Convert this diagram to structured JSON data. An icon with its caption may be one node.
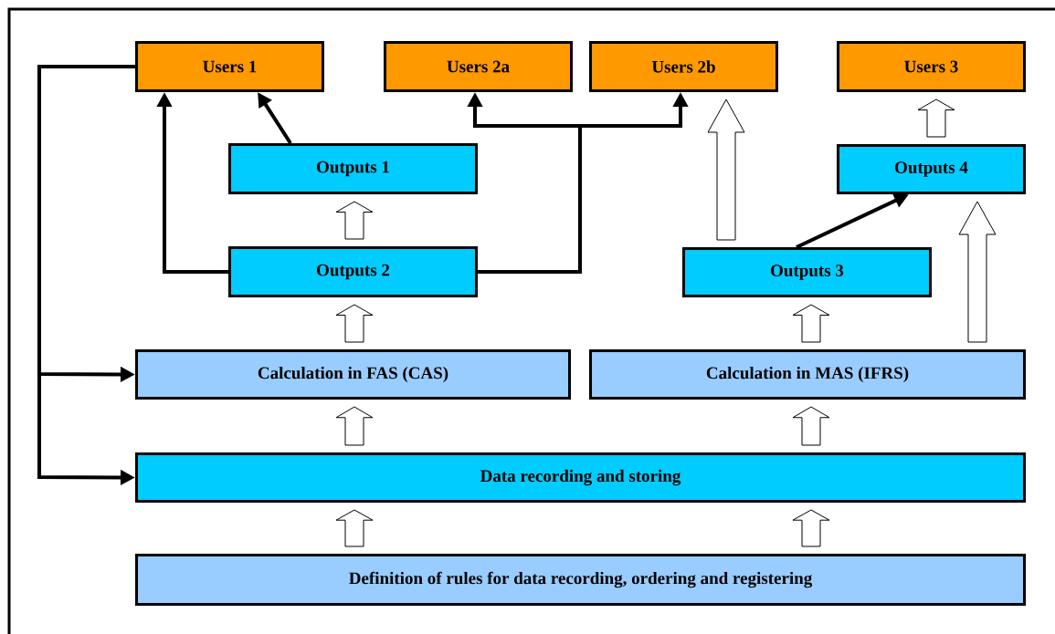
{
  "diagram": {
    "nodes": [
      {
        "text": [
          "Users 1"
        ]
      },
      {
        "text": [
          "Users 2a"
        ]
      },
      {
        "text": [
          "Users 2b"
        ]
      },
      {
        "text": [
          "Users 3"
        ]
      },
      {
        "text": [
          "Outputs 1"
        ]
      },
      {
        "text": [
          "Outputs 4"
        ]
      },
      {
        "text": [
          "Outputs 2"
        ]
      },
      {
        "text": [
          "Outputs 3"
        ]
      },
      {
        "text": [
          "Calculation in FAS (CAS)"
        ]
      },
      {
        "text": [
          "Calculation in MAS (IFRS)"
        ]
      },
      {
        "text": [
          "Data recording and storing"
        ]
      },
      {
        "text": [
          "Definition of rules for data recording, ordering and registering"
        ]
      }
    ],
    "edges": [
      {
        "from": 4,
        "to": 0,
        "arrow": "to"
      },
      {
        "from": 6,
        "to": 0,
        "arrow": "to"
      },
      {
        "from": 6,
        "to": 1,
        "arrow": "to"
      },
      {
        "from": 6,
        "to": 2,
        "arrow": "to"
      },
      {
        "from": 0,
        "to": 8,
        "arrow": "to"
      },
      {
        "from": 0,
        "to": 10,
        "arrow": "to"
      },
      {
        "from": 7,
        "to": 5,
        "arrow": "to"
      },
      {
        "from": 6,
        "to": 4,
        "arrow": "to"
      },
      {
        "from": 8,
        "to": 6,
        "arrow": "to"
      },
      {
        "from": 10,
        "to": 8,
        "arrow": "to"
      },
      {
        "from": 10,
        "to": 9,
        "arrow": "to"
      },
      {
        "from": 11,
        "to": 10,
        "arrow": "to"
      },
      {
        "from": 11,
        "to": 10,
        "arrow": "to"
      },
      {
        "from": 9,
        "to": 7,
        "arrow": "to"
      },
      {
        "from": 7,
        "to": 2,
        "arrow": "to"
      },
      {
        "from": 5,
        "to": 3,
        "arrow": "to"
      },
      {
        "from": 9,
        "to": 5,
        "arrow": "to"
      }
    ]
  }
}
